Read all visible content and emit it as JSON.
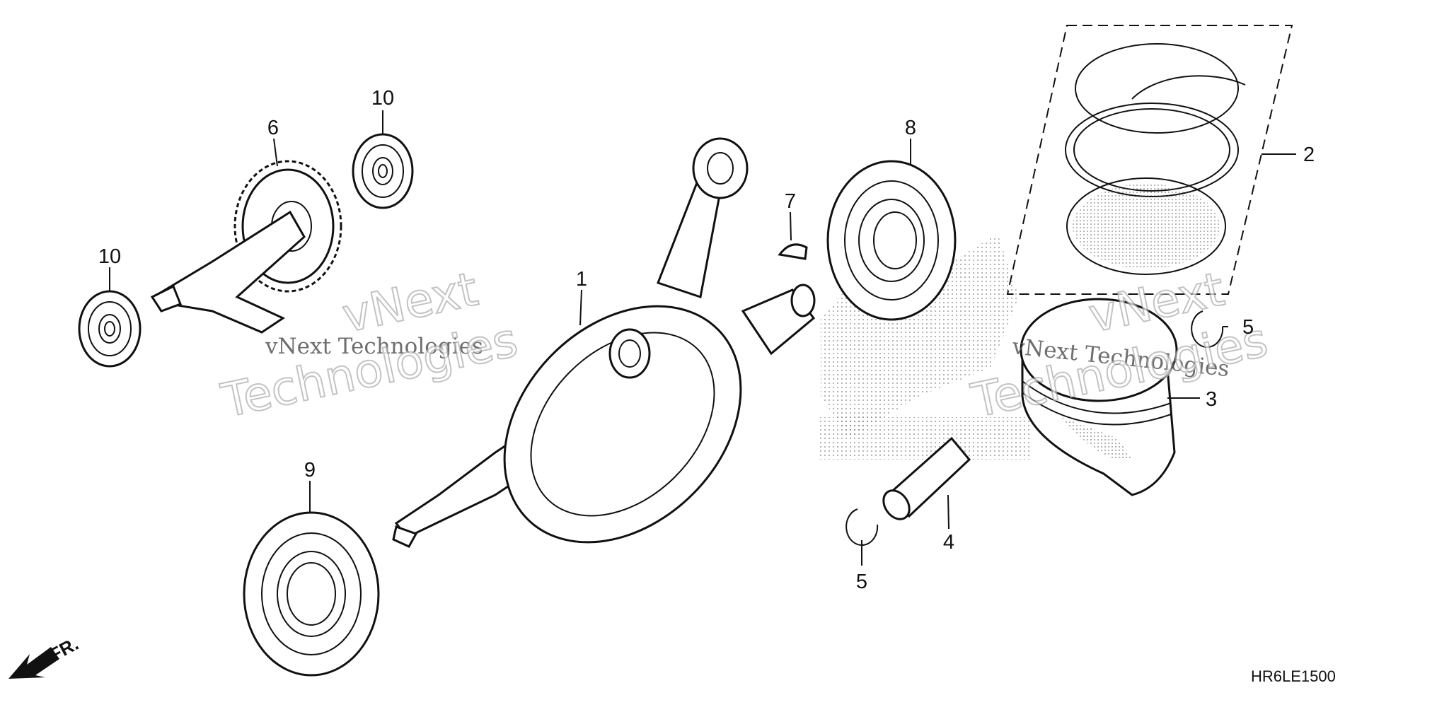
{
  "diagram": {
    "callouts": [
      {
        "id": "c1",
        "label": "1",
        "part": "crankshaft"
      },
      {
        "id": "c2",
        "label": "2",
        "part": "piston-ring-set"
      },
      {
        "id": "c3",
        "label": "3",
        "part": "piston"
      },
      {
        "id": "c4",
        "label": "4",
        "part": "piston-pin"
      },
      {
        "id": "c5a",
        "label": "5",
        "part": "pin-clip-right"
      },
      {
        "id": "c5b",
        "label": "5",
        "part": "pin-clip-left"
      },
      {
        "id": "c6",
        "label": "6",
        "part": "balancer-shaft"
      },
      {
        "id": "c7",
        "label": "7",
        "part": "woodruff-key"
      },
      {
        "id": "c8",
        "label": "8",
        "part": "bearing-right"
      },
      {
        "id": "c9",
        "label": "9",
        "part": "bearing-left"
      },
      {
        "id": "c10a",
        "label": "10",
        "part": "balancer-bearing-top"
      },
      {
        "id": "c10b",
        "label": "10",
        "part": "balancer-bearing-left"
      }
    ],
    "diagram_code": "HR6LE1500",
    "front_indicator": "FR."
  },
  "watermark": {
    "line_small": "vNext Technologies",
    "line_big_1": "vNext",
    "line_big_2": "Technologies"
  }
}
